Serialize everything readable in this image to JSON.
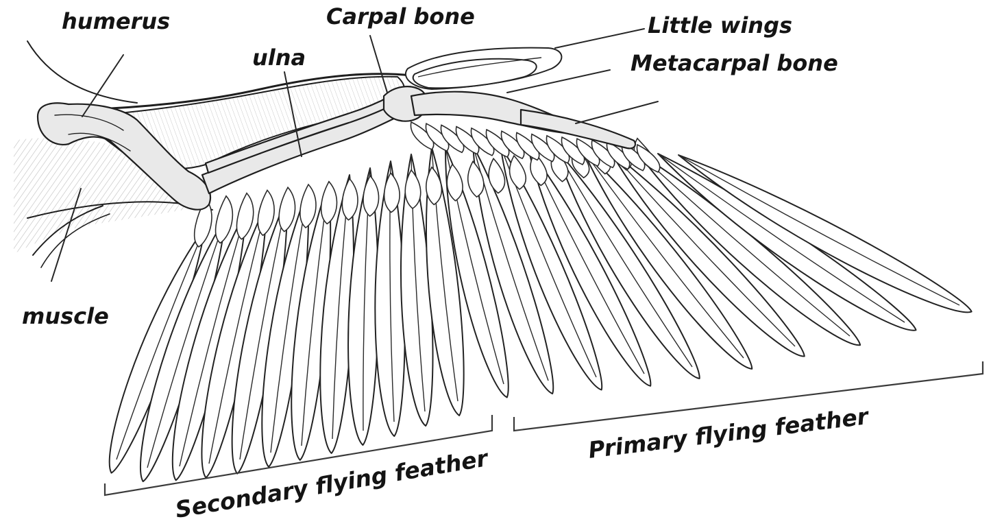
{
  "labels": {
    "humerus": "humerus",
    "carpal_bone": "Carpal bone",
    "little_wings": "Little wings",
    "ulna": "ulna",
    "metacarpal_bone": "Metacarpal bone",
    "muscle": "muscle",
    "primary_flying_feather": "Primary flying feather",
    "secondary_flying_feather": "Secondary flying feather"
  },
  "colors": {
    "ink": "#1e1e1e",
    "bone_fill": "#e9e9e9",
    "background": "#ffffff"
  }
}
